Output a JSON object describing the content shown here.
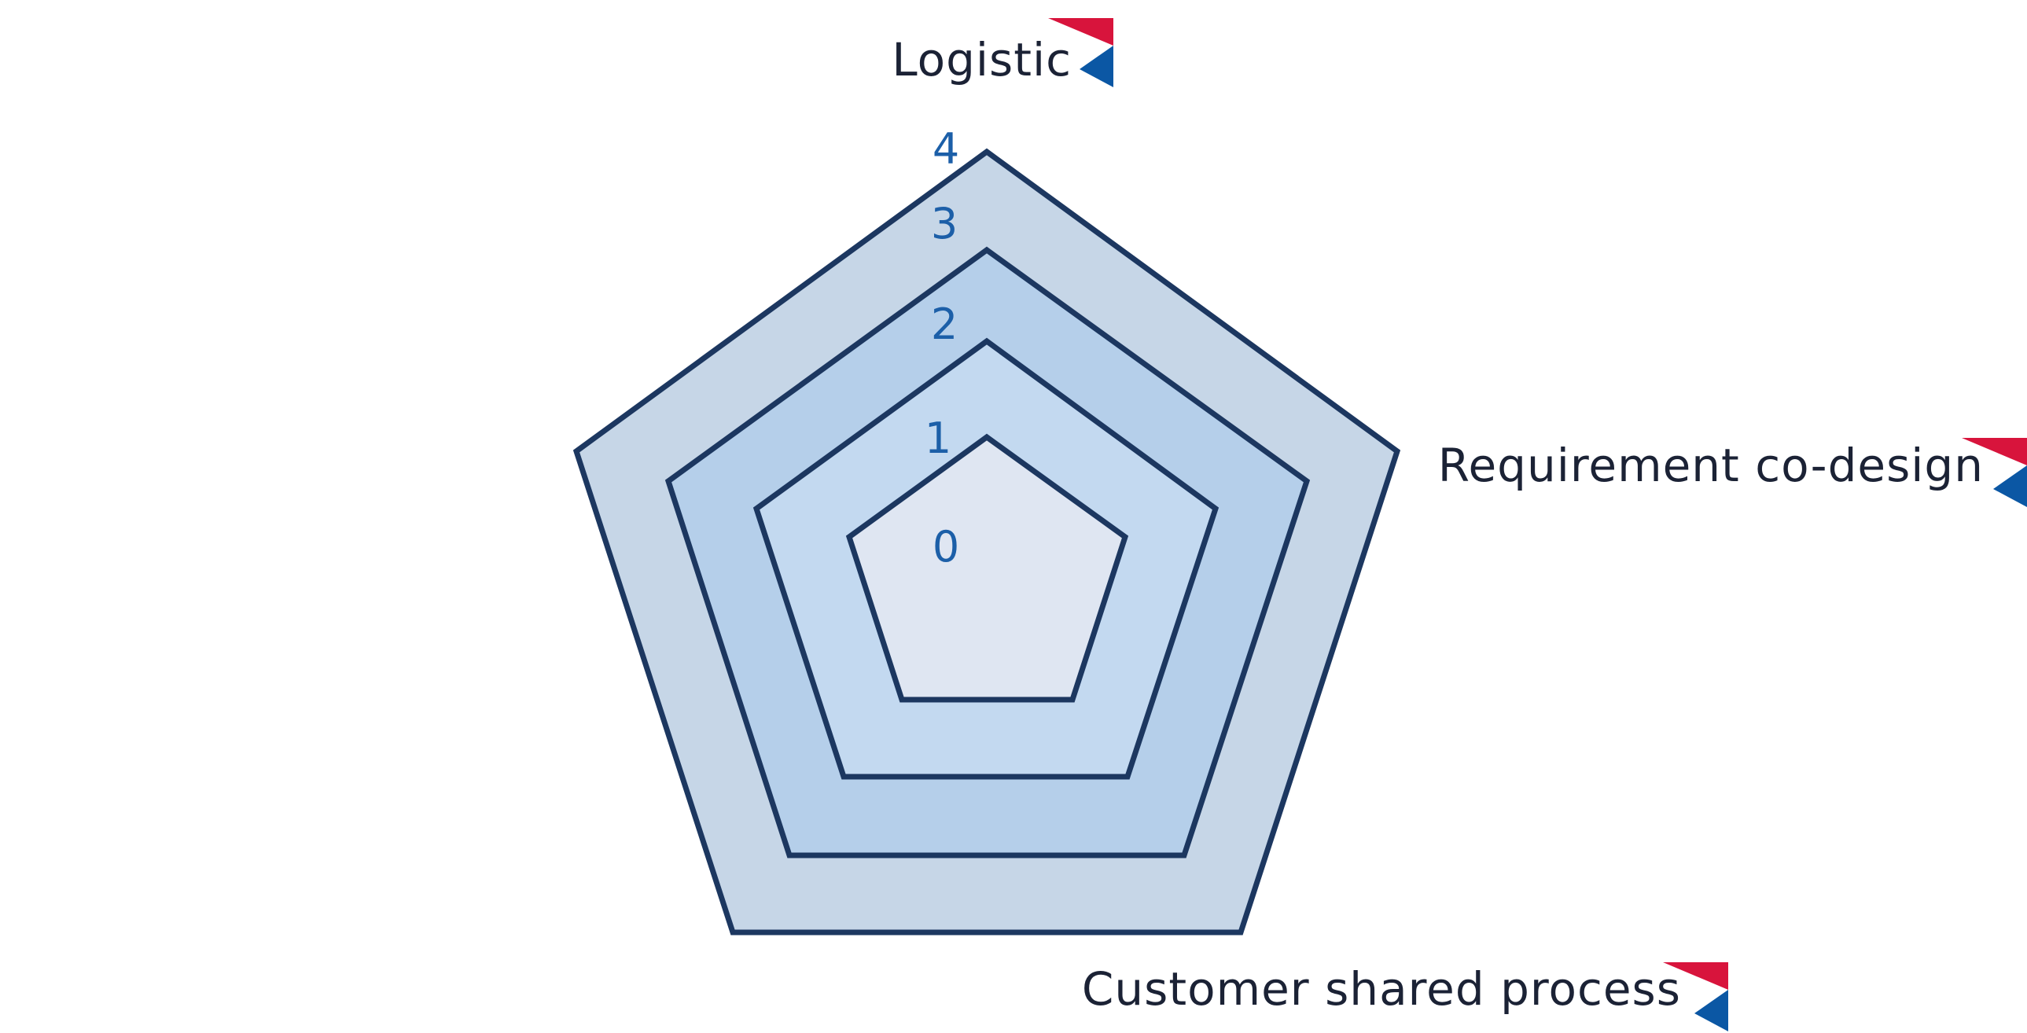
{
  "diagram": {
    "type": "radar-grid",
    "axes": [
      {
        "label": "Logistic",
        "has_flag": true
      },
      {
        "label": "Requirement co-design",
        "has_flag": true
      },
      {
        "label": "Customer shared process",
        "has_flag": true
      },
      {
        "label": "",
        "has_flag": false
      },
      {
        "label": "",
        "has_flag": false
      }
    ],
    "levels": [
      "0",
      "1",
      "2",
      "3",
      "4"
    ],
    "colors": {
      "outline": "#1c3760",
      "tick_text": "#1c5fa8",
      "label_text": "#1b2235",
      "flag_red": "#d8143c",
      "flag_blue": "#0b57a4",
      "ring_fills": [
        "#c6d6e7",
        "#b5cfea",
        "#c3d9f0",
        "#dfe6f2"
      ]
    }
  }
}
